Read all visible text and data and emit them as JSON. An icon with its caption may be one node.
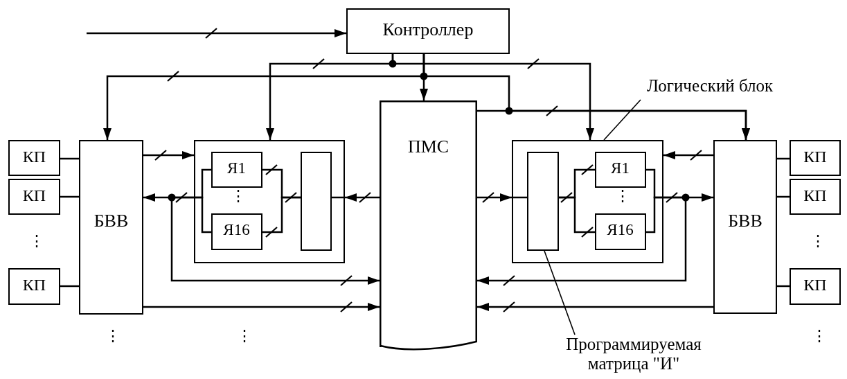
{
  "diagram": {
    "nodes": [
      {
        "text": [
          "Контроллер"
        ]
      },
      {
        "text": [
          "КП"
        ]
      },
      {
        "text": [
          "КП"
        ]
      },
      {
        "text": [
          "КП"
        ]
      },
      {
        "text": [
          "БВВ"
        ]
      },
      {
        "text": [],
        "shape": "box"
      },
      {
        "text": [
          "Я1"
        ],
        "in": 5
      },
      {
        "text": [
          "Я16"
        ],
        "in": 5
      },
      {
        "text": [],
        "shape": "box",
        "in": 5
      },
      {
        "text": [
          "ПМС"
        ]
      },
      {
        "text": [
          "Логический блок"
        ]
      },
      {
        "text": [],
        "shape": "box"
      },
      {
        "text": [],
        "shape": "box",
        "in": 11
      },
      {
        "text": [
          "Я1"
        ],
        "in": 11
      },
      {
        "text": [
          "Я16"
        ],
        "in": 11
      },
      {
        "text": [
          "БВВ"
        ]
      },
      {
        "text": [
          "КП"
        ]
      },
      {
        "text": [
          "КП"
        ]
      },
      {
        "text": [
          "КП"
        ]
      },
      {
        "text": [
          "Программируемая матрица \"И\""
        ]
      }
    ],
    "edges": [
      {
        "from": null,
        "to": 0,
        "arrow": "to"
      },
      {
        "from": 0,
        "to": 5,
        "arrow": "to"
      },
      {
        "from": 0,
        "to": 11,
        "arrow": "to"
      },
      {
        "from": 0,
        "to": 9,
        "arrow": "to"
      },
      {
        "from": 0,
        "to": 4,
        "arrow": "to"
      },
      {
        "from": 0,
        "to": 15,
        "arrow": "to"
      },
      {
        "from": 9,
        "to": 15,
        "arrow": "to"
      },
      {
        "from": 1,
        "to": 4,
        "arrow": "none"
      },
      {
        "from": 2,
        "to": 4,
        "arrow": "none"
      },
      {
        "from": 3,
        "to": 4,
        "arrow": "none"
      },
      {
        "from": 4,
        "to": 5,
        "arrow": "to"
      },
      {
        "from": 6,
        "to": 5,
        "arrow": "none"
      },
      {
        "from": 7,
        "to": 5,
        "arrow": "none"
      },
      {
        "from": 5,
        "to": 4,
        "arrow": "to"
      },
      {
        "from": 5,
        "to": 9,
        "arrow": "to"
      },
      {
        "from": 4,
        "to": 9,
        "arrow": "to"
      },
      {
        "from": 6,
        "to": 8,
        "arrow": "none"
      },
      {
        "from": 7,
        "to": 8,
        "arrow": "none"
      },
      {
        "from": 9,
        "to": 5,
        "arrow": "to"
      },
      {
        "from": 8,
        "to": 5,
        "arrow": "none"
      },
      {
        "from": 10,
        "to": 11,
        "arrow": "none"
      },
      {
        "from": 9,
        "to": 11,
        "arrow": "to"
      },
      {
        "from": 11,
        "to": 12,
        "arrow": "none"
      },
      {
        "from": 12,
        "to": 13,
        "arrow": "none"
      },
      {
        "from": 12,
        "to": 14,
        "arrow": "none"
      },
      {
        "from": 13,
        "to": 11,
        "arrow": "none"
      },
      {
        "from": 14,
        "to": 11,
        "arrow": "none"
      },
      {
        "from": 11,
        "to": 15,
        "arrow": "to"
      },
      {
        "from": 11,
        "to": 9,
        "arrow": "to"
      },
      {
        "from": 15,
        "to": 11,
        "arrow": "to"
      },
      {
        "from": 15,
        "to": 9,
        "arrow": "to"
      },
      {
        "from": 15,
        "to": 16,
        "arrow": "none"
      },
      {
        "from": 15,
        "to": 17,
        "arrow": "none"
      },
      {
        "from": 15,
        "to": 18,
        "arrow": "none"
      },
      {
        "from": 19,
        "to": 12,
        "arrow": "none"
      }
    ],
    "labels": [
      "⋮",
      "⋮",
      "⋮",
      "⋮",
      "⋮",
      "⋮",
      "⋮"
    ]
  }
}
